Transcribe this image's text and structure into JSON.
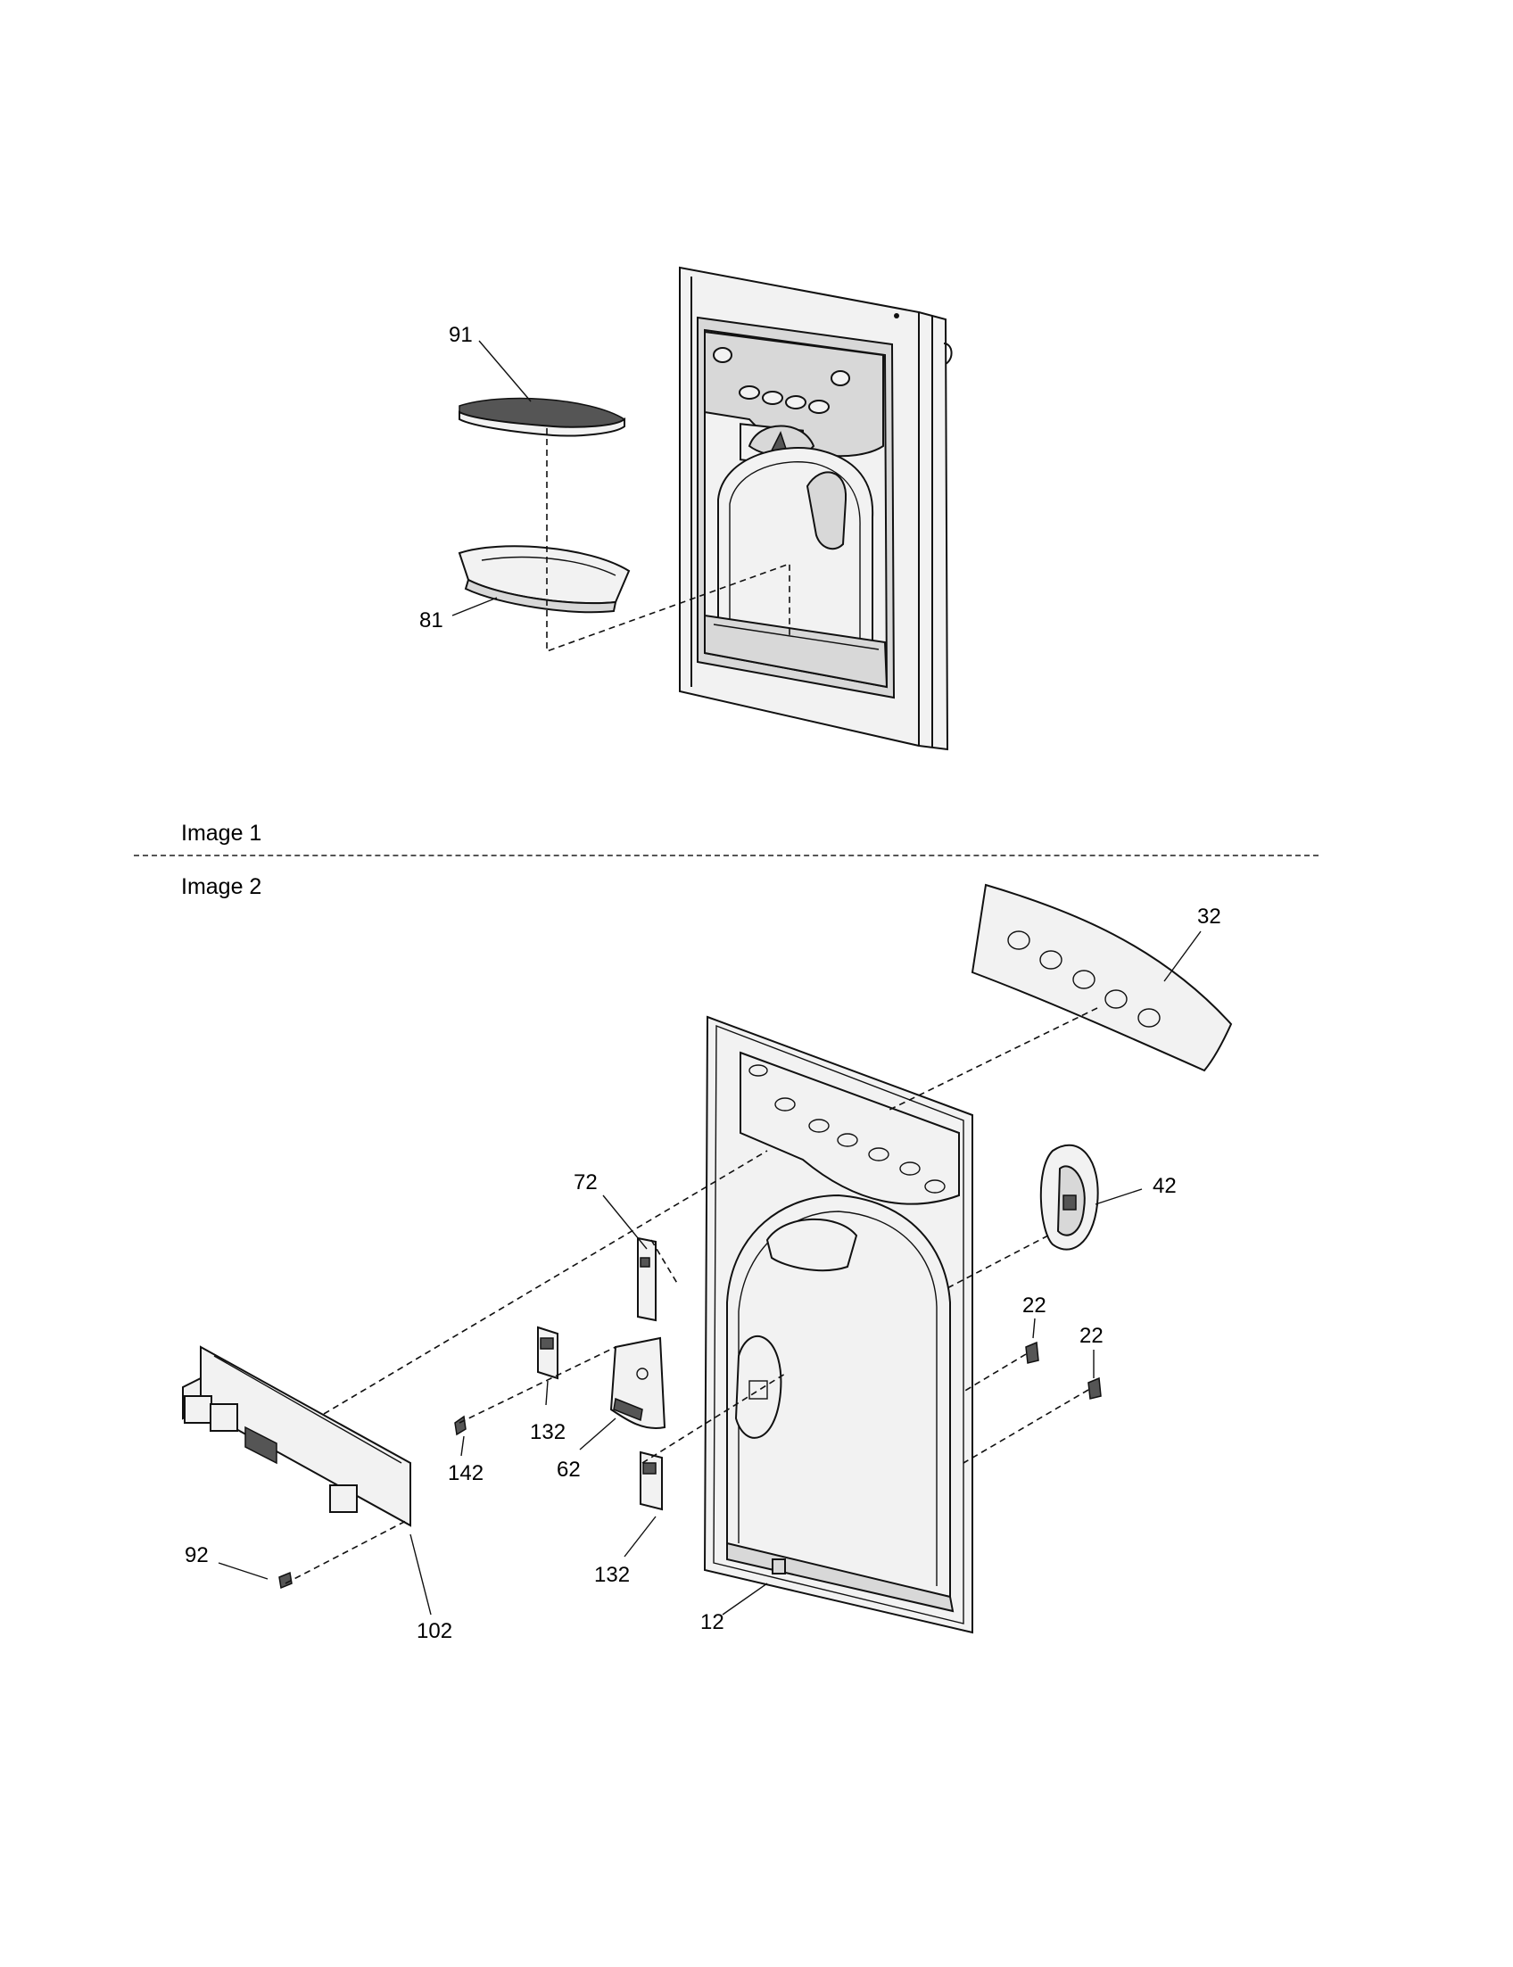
{
  "captions": {
    "image1": "Image 1",
    "image2": "Image 2"
  },
  "callouts": {
    "c91": "91",
    "c81": "81",
    "c32": "32",
    "c72": "72",
    "c42": "42",
    "c22a": "22",
    "c22b": "22",
    "c132a": "132",
    "c142": "142",
    "c62": "62",
    "c92": "92",
    "c102": "102",
    "c132b": "132",
    "c12": "12"
  }
}
